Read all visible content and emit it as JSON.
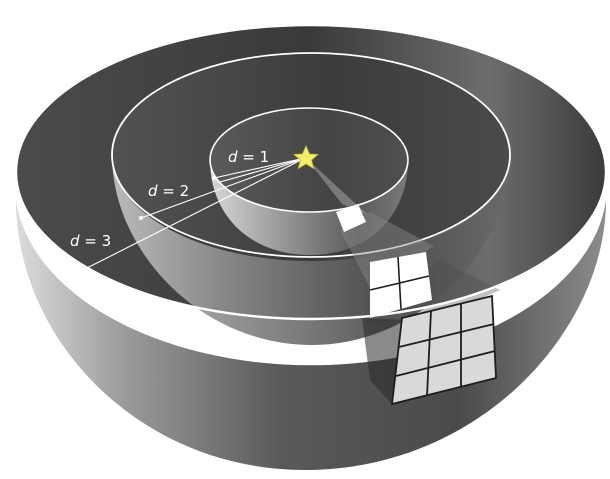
{
  "labels": {
    "d1": {
      "var": "d",
      "text": " = 1"
    },
    "d2": {
      "var": "d",
      "text": " = 2"
    },
    "d3": {
      "var": "d",
      "text": " = 3"
    }
  },
  "colors": {
    "star": "#f2ee6a",
    "rim": "#ffffff",
    "patch_fill": "#ffffff",
    "patch_grid_fill": "#d9d9d9",
    "bowl_outer": "#5a5a5a",
    "bowl_inner_top": "#3d3d3d"
  },
  "patches": {
    "sphere_1_cells": 1,
    "sphere_2_cells": 4,
    "sphere_3_cells": 9
  }
}
